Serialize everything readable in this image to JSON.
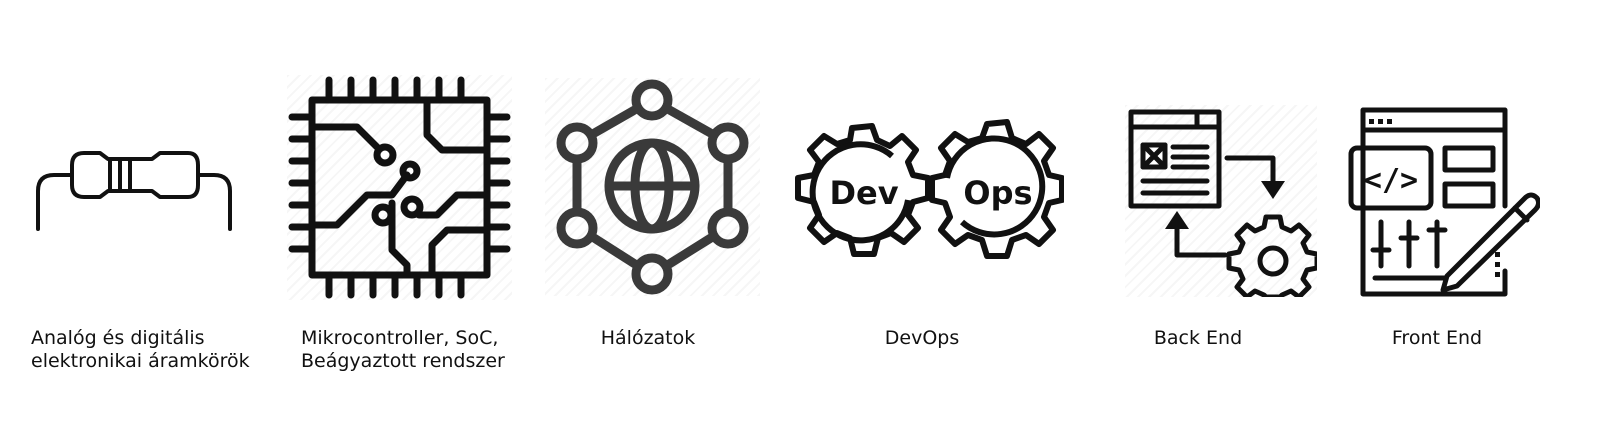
{
  "items": [
    {
      "icon": "resistor-icon",
      "lines": [
        "Analóg és digitális",
        "elektronikai áramkörök"
      ]
    },
    {
      "icon": "microchip-icon",
      "lines": [
        "Mikrocontroller, SoC,",
        "Beágyaztott rendszer"
      ]
    },
    {
      "icon": "network-globe-icon",
      "lines": [
        "Hálózatok"
      ]
    },
    {
      "icon": "devops-gears-icon",
      "lines": [
        "DevOps"
      ],
      "gear_text": [
        "Dev",
        "Ops"
      ]
    },
    {
      "icon": "backend-server-icon",
      "lines": [
        "Back End"
      ]
    },
    {
      "icon": "frontend-code-icon",
      "lines": [
        "Front End"
      ],
      "code_text": "</>"
    }
  ],
  "colors": {
    "icon": "#111111",
    "network": "#3a3a3a",
    "text": "#111111"
  }
}
